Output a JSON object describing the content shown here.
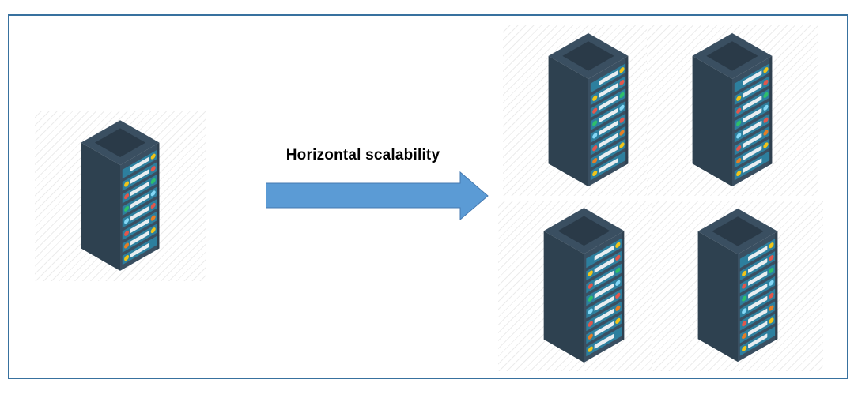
{
  "frame": {
    "border_color": "#38719f"
  },
  "label": {
    "text": "Horizontal scalability",
    "color": "#000000"
  },
  "arrow": {
    "fill": "#5b9bd5",
    "stroke": "#4579b0",
    "direction": "right"
  },
  "hatch_color": "#ececec",
  "server_icon": {
    "top_face": "#3a4f61",
    "top_inset": "#2a3a48",
    "left_face": "#2e4150",
    "right_face": "#3a4f61",
    "edge_shade": "rgba(0,0,0,0.18)",
    "slot": "#2d7f9e",
    "bar": "#e8edf0",
    "palette": {
      "yellow": "#f0c419",
      "red": "#e2574c",
      "green": "#2fbe6b",
      "blue": "#84d7f5",
      "orange": "#e57e25"
    },
    "rows": [
      {
        "left": null,
        "right": "yellow"
      },
      {
        "left": "yellow",
        "right": "red"
      },
      {
        "left": "red",
        "right": "green"
      },
      {
        "left": "green",
        "right": "blue"
      },
      {
        "left": "blue",
        "right": "red"
      },
      {
        "left": "red",
        "right": "orange"
      },
      {
        "left": "orange",
        "right": "yellow"
      },
      {
        "left": "yellow",
        "right": null
      }
    ]
  },
  "servers": {
    "left_count": 1,
    "right_count": 4
  }
}
